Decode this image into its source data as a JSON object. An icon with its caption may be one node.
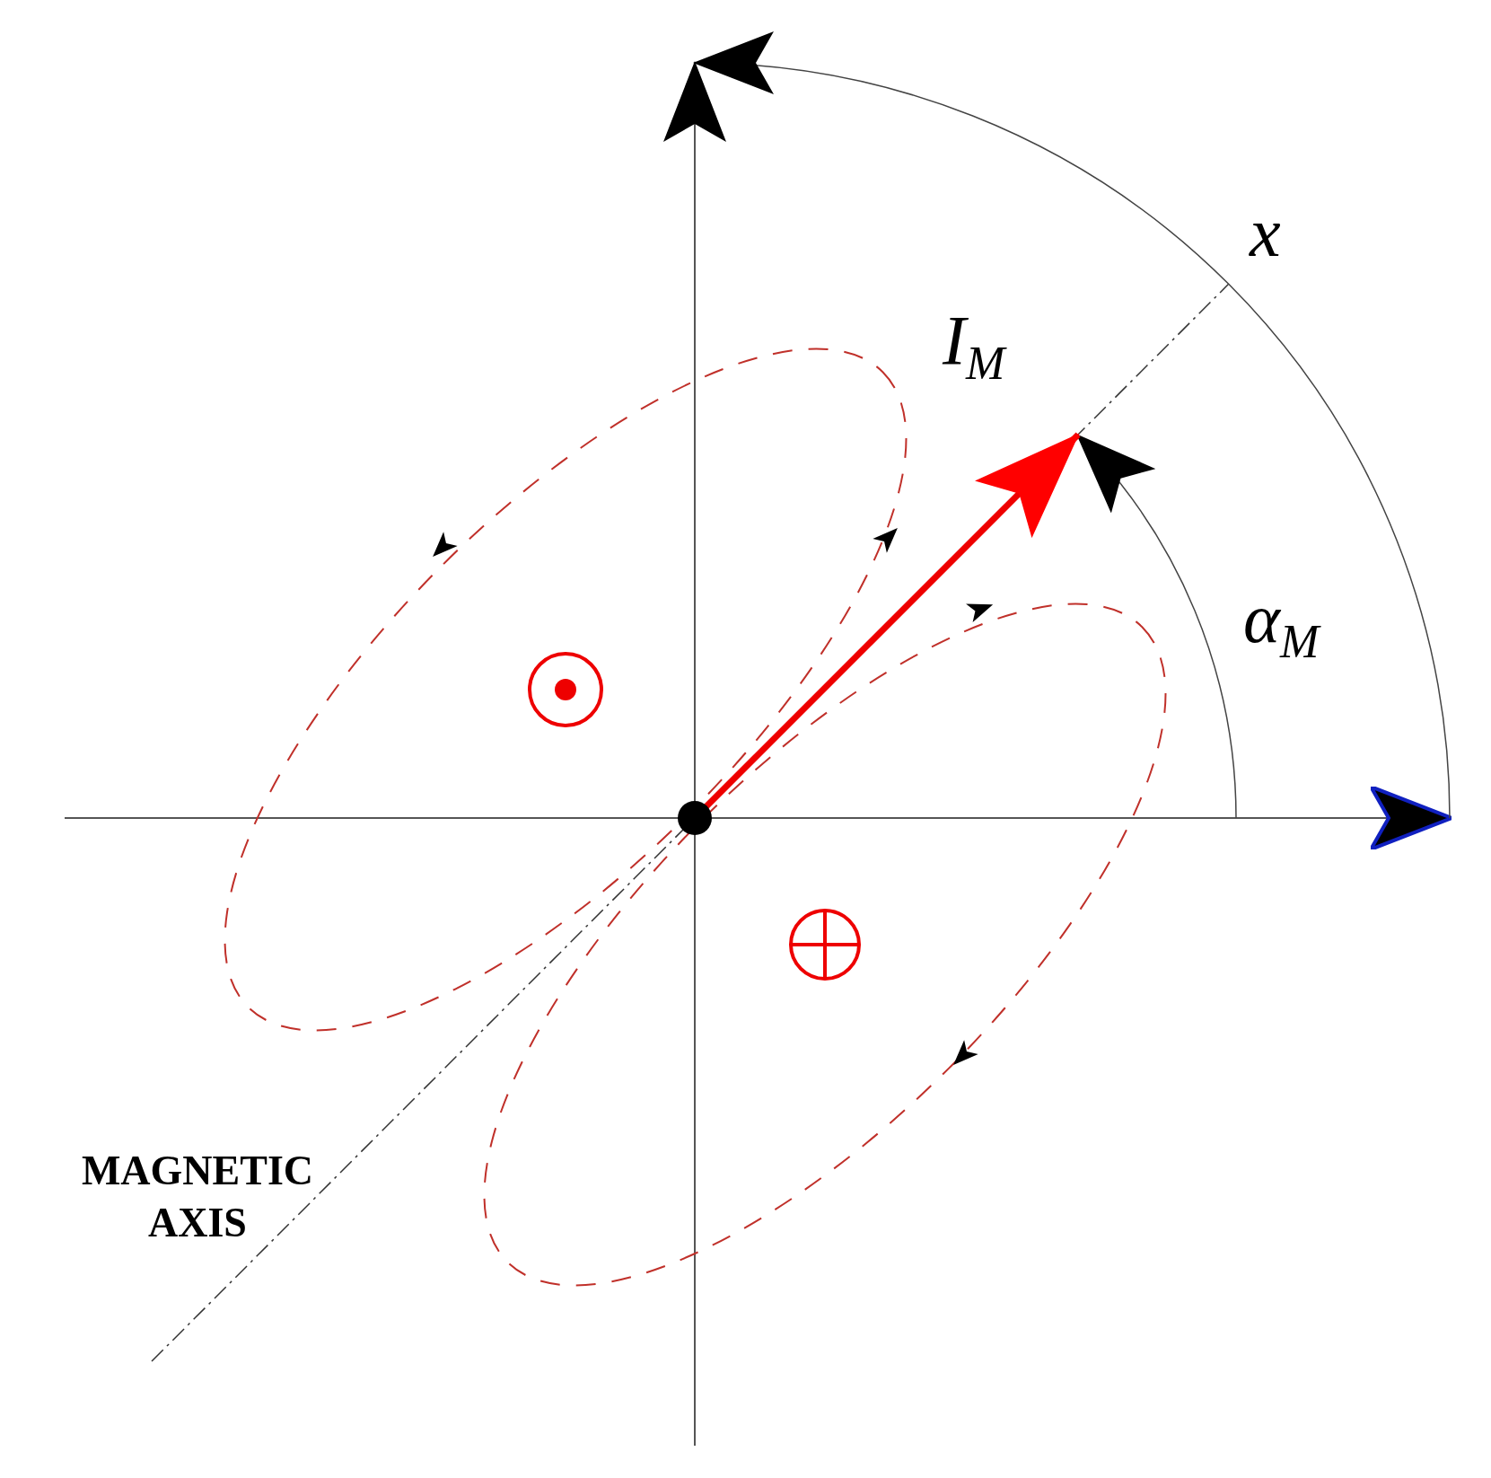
{
  "diagram": {
    "labels": [
      "x",
      "I$_{M}$",
      "α$_{M}$",
      "MAGNETIC AXIS"
    ]
  }
}
